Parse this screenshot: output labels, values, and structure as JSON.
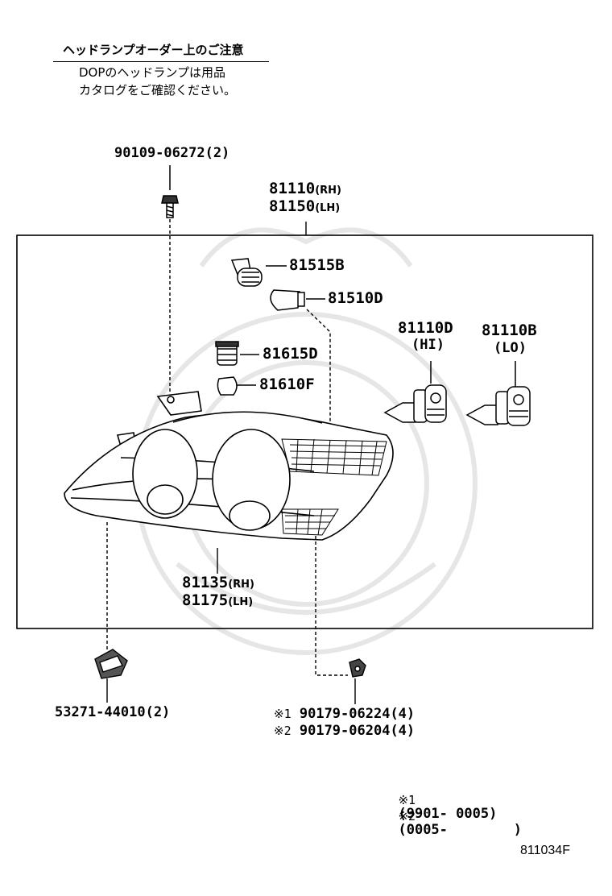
{
  "note": {
    "title": "ヘッドランプオーダー上のご注意",
    "line1": "DOPのヘッドランプは用品",
    "line2": "カタログをご確認ください。"
  },
  "parts": {
    "bolt": "90109-06272(2)",
    "assy_rh_num": "81110",
    "assy_rh_sfx": "(RH)",
    "assy_lh_num": "81150",
    "assy_lh_sfx": "(LH)",
    "p81515b": "81515B",
    "p81510d": "81510D",
    "p81615d": "81615D",
    "p81610f": "81610F",
    "p81110d": "81110D",
    "p81110d_sub": "(HI)",
    "p81110b": "81110B",
    "p81110b_sub": "(LO)",
    "lens_rh_num": "81135",
    "lens_rh_sfx": "(RH)",
    "lens_lh_num": "81175",
    "lens_lh_sfx": "(LH)",
    "clip": "53271-44010(2)",
    "nut1_mark": "※1",
    "nut1": "90179-06224(4)",
    "nut2_mark": "※2",
    "nut2": "90179-06204(4)"
  },
  "footnotes": {
    "n1_mark": "※1",
    "n1": "(9901- 0005)",
    "n2_mark": "※2",
    "n2": "(0005-        )"
  },
  "diagram_code": "811034F"
}
